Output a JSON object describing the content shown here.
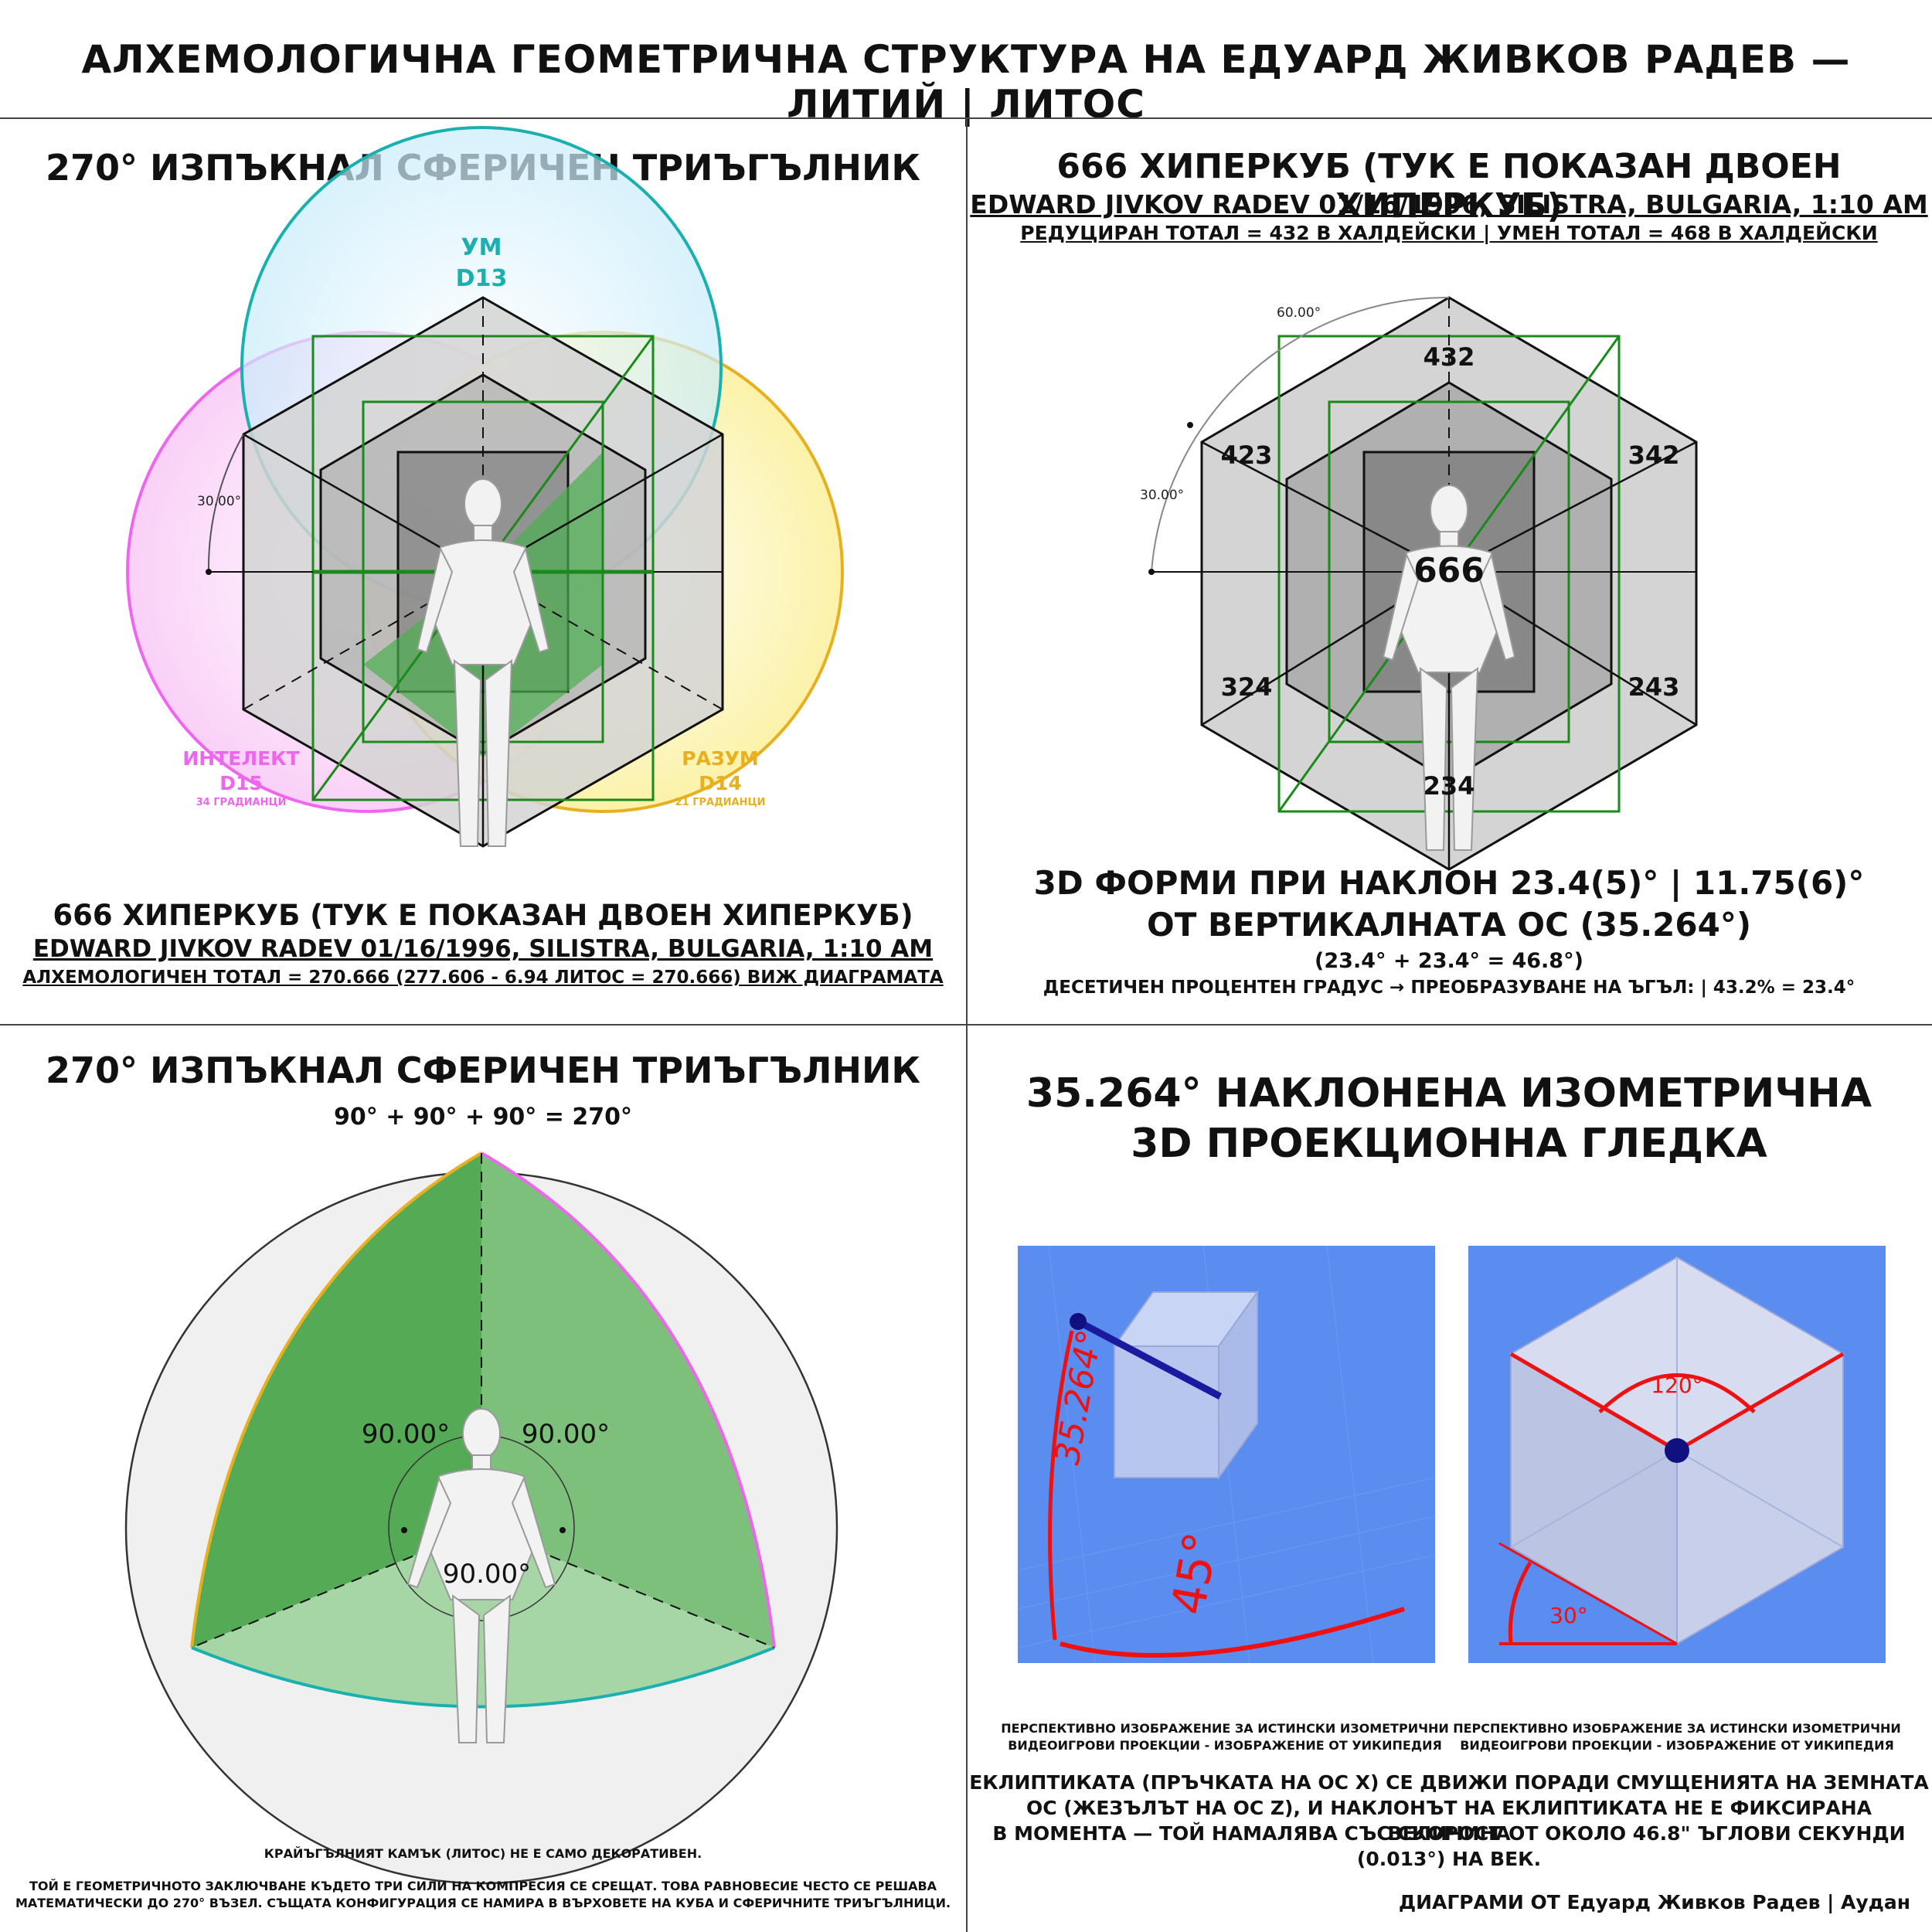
{
  "title": "АЛХЕМОЛОГИЧНА ГЕОМЕТРИЧНА СТРУКТУРА НА ЕДУАРД ЖИВКОВ РАДЕВ — ЛИТИЙ | ЛИТОС",
  "q1": {
    "heading": "270° ИЗПЪКНАЛ СФЕРИЧЕН ТРИЪГЪЛНИК",
    "circles": {
      "top": {
        "name": "УМ",
        "dim": "D13",
        "sub": "",
        "color": "#1ab0b0"
      },
      "left": {
        "name": "ИНТЕЛЕКТ",
        "dim": "D15",
        "sub": "34 ГРАДИАНЦИ",
        "color": "#ee66ee"
      },
      "right": {
        "name": "РАЗУМ",
        "dim": "D14",
        "sub": "21 ГРАДИАНЦИ",
        "color": "#e8b020"
      }
    },
    "angle_label": "30.00°",
    "caption1": "666 ХИПЕРКУБ (ТУК Е ПОКАЗАН ДВОЕН ХИПЕРКУБ)",
    "caption2": "EDWARD JIVKOV RADEV 01/16/1996, SILISTRA, BULGARIA, 1:10 AM",
    "caption3": "АЛХЕМОЛОГИЧЕН ТОТАЛ = 270.666 (277.606 - 6.94 ЛИТОС = 270.666) ВИЖ ДИАГРАМАТА"
  },
  "q2": {
    "heading": "666 ХИПЕРКУБ (ТУК Е ПОКАЗАН ДВОЕН ХИПЕРКУБ)",
    "sub1": "EDWARD JIVKOV RADEV 01/16/1996, SILISTRA, BULGARIA, 1:10 AM",
    "sub2": "РЕДУЦИРАН ТОТАЛ = 432 В ХАЛДЕЙСКИ | УМЕН ТОТАЛ = 468 В ХАЛДЕЙСКИ",
    "angle60": "60.00°",
    "angle30": "30.00°",
    "vertex_labels": {
      "top": "432",
      "upper_left": "423",
      "upper_right": "342",
      "center": "666",
      "lower_left": "324",
      "lower_right": "243",
      "bottom": "234"
    },
    "caption1": "3D ФОРМИ ПРИ НАКЛОН 23.4(5)° | 11.75(6)°",
    "caption2": "ОТ ВЕРТИКАЛНАТА ОС (35.264°)",
    "caption3": "(23.4° + 23.4° = 46.8°)",
    "caption4": "ДЕСЕТИЧЕН ПРОЦЕНТЕН ГРАДУС → ПРЕОБРАЗУВАНЕ НА ЪГЪЛ: | 43.2% = 23.4°"
  },
  "q3": {
    "heading": "270° ИЗПЪКНАЛ СФЕРИЧЕН ТРИЪГЪЛНИК",
    "subheading": "90° + 90° + 90° = 270°",
    "angle_left": "90.00°",
    "angle_right": "90.00°",
    "angle_bottom": "90.00°",
    "note1": "КРАЙЪГЪЛНИЯТ КАМЪК (ЛИТОС) НЕ Е САМО ДЕКОРАТИВЕН.",
    "note2": "ТОЙ Е ГЕОМЕТРИЧНОТО ЗАКЛЮЧВАНЕ КЪДЕТО ТРИ СИЛИ НА КОМПРЕСИЯ СЕ СРЕЩАТ. ТОВА РАВНОВЕСИЕ ЧЕСТО СЕ РЕШАВА",
    "note3": "МАТЕМАТИЧЕСКИ ДО 270° ВЪЗЕЛ. СЪЩАТА КОНФИГУРАЦИЯ СЕ НАМИРА В ВЪРХОВЕТЕ НА КУБА И СФЕРИЧНИТЕ ТРИЪГЪЛНИЦИ."
  },
  "q4": {
    "heading1": "35.264° НАКЛОНЕНА ИЗОМЕТРИЧНА",
    "heading2": "3D ПРОЕКЦИОННА ГЛЕДКА",
    "img1_angle": "35.264°",
    "img1_angle2": "45°",
    "img2_angle_top": "120°",
    "img2_angle_bottom": "30°",
    "cap_left1": "ПЕРСПЕКТИВНО ИЗОБРАЖЕНИЕ ЗА ИСТИНСКИ ИЗОМЕТРИЧНИ",
    "cap_left2": "ВИДЕОИГРОВИ ПРОЕКЦИИ - ИЗОБРАЖЕНИЕ ОТ УИКИПЕДИЯ",
    "cap_right1": "ПЕРСПЕКТИВНО ИЗОБРАЖЕНИЕ ЗА ИСТИНСКИ ИЗОМЕТРИЧНИ",
    "cap_right2": "ВИДЕОИГРОВИ ПРОЕКЦИИ - ИЗОБРАЖЕНИЕ ОТ УИКИПЕДИЯ",
    "body1": "ЕКЛИПТИКАТА (ПРЪЧКАТА НА ОС X) СЕ ДВИЖИ ПОРАДИ СМУЩЕНИЯТА НА ЗЕМНАТА",
    "body2": "ОС (ЖЕЗЪЛЪТ НА ОС Z), И НАКЛОНЪТ НА ЕКЛИПТИКАТА НЕ Е ФИКСИРАНА ВЕЛИЧИНА",
    "body3": "В МОМЕНТА — ТОЙ НАМАЛЯВА СЪС СКОРОСТ ОТ ОКОЛО 46.8\" ЪГЛОВИ СЕКУНДИ",
    "body4": "(0.013°) НА ВЕК.",
    "credit": "ДИАГРАМИ ОТ Едуард Живков Радев | Аудан"
  },
  "colors": {
    "green": "#1a8a1a",
    "green_fill": "#4caf50",
    "light_green": "#8fcf8f",
    "hex_fill": "#d4d4d4",
    "blue_bg": "#5b8cf0"
  }
}
